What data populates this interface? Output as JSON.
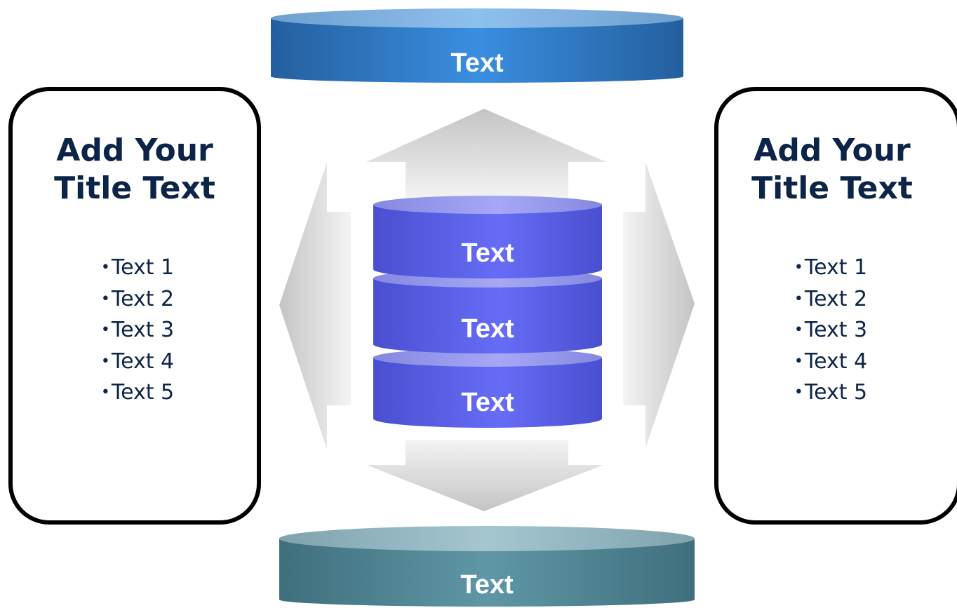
{
  "top_disc": {
    "label": "Text",
    "color": "#2f75c0"
  },
  "bottom_disc": {
    "label": "Text",
    "color": "#4a7f8c"
  },
  "database": {
    "segments": [
      {
        "label": "Text"
      },
      {
        "label": "Text"
      },
      {
        "label": "Text"
      }
    ],
    "color": "#5a5fe6"
  },
  "left_panel": {
    "title_line1": "Add Your",
    "title_line2": "Title Text",
    "items": [
      "Text 1",
      "Text 2",
      "Text 3",
      "Text 4",
      "Text 5"
    ]
  },
  "right_panel": {
    "title_line1": "Add Your",
    "title_line2": "Title Text",
    "items": [
      "Text 1",
      "Text 2",
      "Text 3",
      "Text 4",
      "Text 5"
    ]
  },
  "colors": {
    "title_text": "#0b2447",
    "arrow_gray": "#c8c8c8",
    "box_border": "#000000"
  }
}
